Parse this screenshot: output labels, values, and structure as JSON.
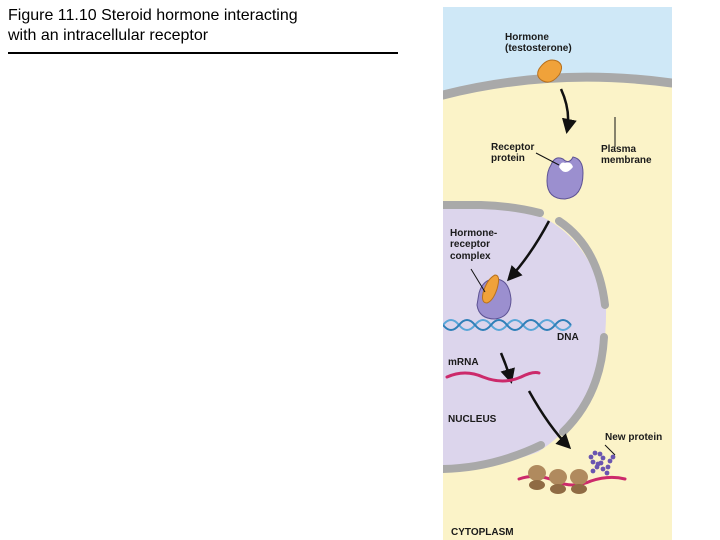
{
  "figure": {
    "caption_line1": "Figure 11.10  Steroid hormone interacting",
    "caption_line2": "with an intracellular receptor"
  },
  "diagram": {
    "labels": {
      "hormone_line1": "Hormone",
      "hormone_line2": "(testosterone)",
      "receptor_line1": "Receptor",
      "receptor_line2": "protein",
      "plasma_line1": "Plasma",
      "plasma_line2": "membrane",
      "complex_line1": "Hormone-",
      "complex_line2": "receptor",
      "complex_line3": "complex",
      "dna": "DNA",
      "mrna": "mRNA",
      "nucleus": "NUCLEUS",
      "new_protein": "New protein",
      "cytoplasm": "CYTOPLASM"
    },
    "colors": {
      "extracellular": "#cfe8f7",
      "cytoplasm": "#fbf3c8",
      "nucleus": "#dcd5ec",
      "membrane": "#a9a9a9",
      "hormone": "#f0a23a",
      "receptor": "#9b8fcf",
      "mrna": "#cc2a6b",
      "dna": "#5aa6d8",
      "ribosome": "#b08a5e",
      "new_protein": "#6a55b0"
    }
  }
}
